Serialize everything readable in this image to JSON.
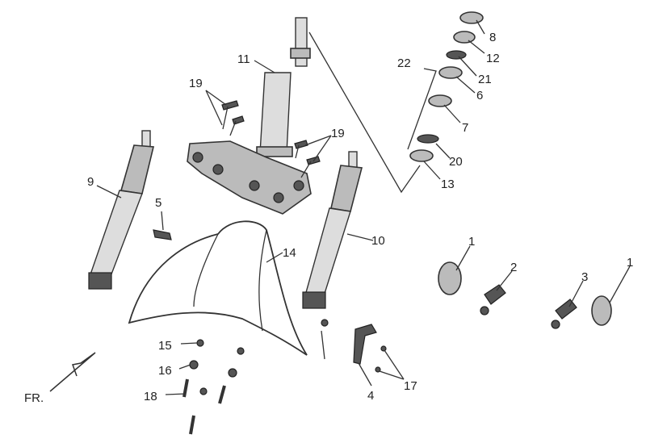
{
  "diagram": {
    "type": "exploded parts diagram",
    "labels": {
      "l11": "11",
      "l19a": "19",
      "l19b": "19",
      "l9": "9",
      "l5": "5",
      "l10": "10",
      "l14": "14",
      "l22": "22",
      "l8": "8",
      "l12": "12",
      "l21": "21",
      "l6": "6",
      "l7": "7",
      "l20": "20",
      "l13": "13",
      "l1a": "1",
      "l2": "2",
      "l3": "3",
      "l1b": "1",
      "l15": "15",
      "l16": "16",
      "l18": "18",
      "l4": "4",
      "l17": "17"
    },
    "direction_label": "FR."
  }
}
